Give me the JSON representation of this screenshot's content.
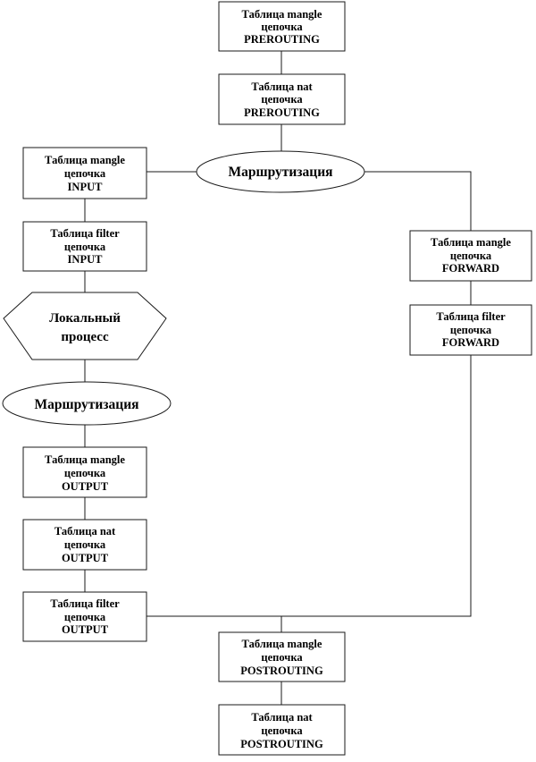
{
  "colors": {
    "background": "#ffffff",
    "stroke": "#1a1a1a",
    "text": "#000000"
  },
  "nodes": {
    "mangle_prerouting": [
      "Таблица mangle",
      "цепочка",
      "PREROUTING"
    ],
    "nat_prerouting": [
      "Таблица nat",
      "цепочка",
      "PREROUTING"
    ],
    "routing_top": "Маршрутизация",
    "mangle_input": [
      "Таблица mangle",
      "цепочка",
      "INPUT"
    ],
    "filter_input": [
      "Таблица filter",
      "цепочка",
      "INPUT"
    ],
    "local_process": [
      "Локальный",
      "процесс"
    ],
    "routing_local": "Маршрутизация",
    "mangle_output": [
      "Таблица mangle",
      "цепочка",
      "OUTPUT"
    ],
    "nat_output": [
      "Таблица nat",
      "цепочка",
      "OUTPUT"
    ],
    "filter_output": [
      "Таблица filter",
      "цепочка",
      "OUTPUT"
    ],
    "mangle_forward": [
      "Таблица mangle",
      "цепочка",
      "FORWARD"
    ],
    "filter_forward": [
      "Таблица filter",
      "цепочка",
      "FORWARD"
    ],
    "mangle_postrouting": [
      "Таблица mangle",
      "цепочка",
      "POSTROUTING"
    ],
    "nat_postrouting": [
      "Таблица nat",
      "цепочка",
      "POSTROUTING"
    ]
  }
}
